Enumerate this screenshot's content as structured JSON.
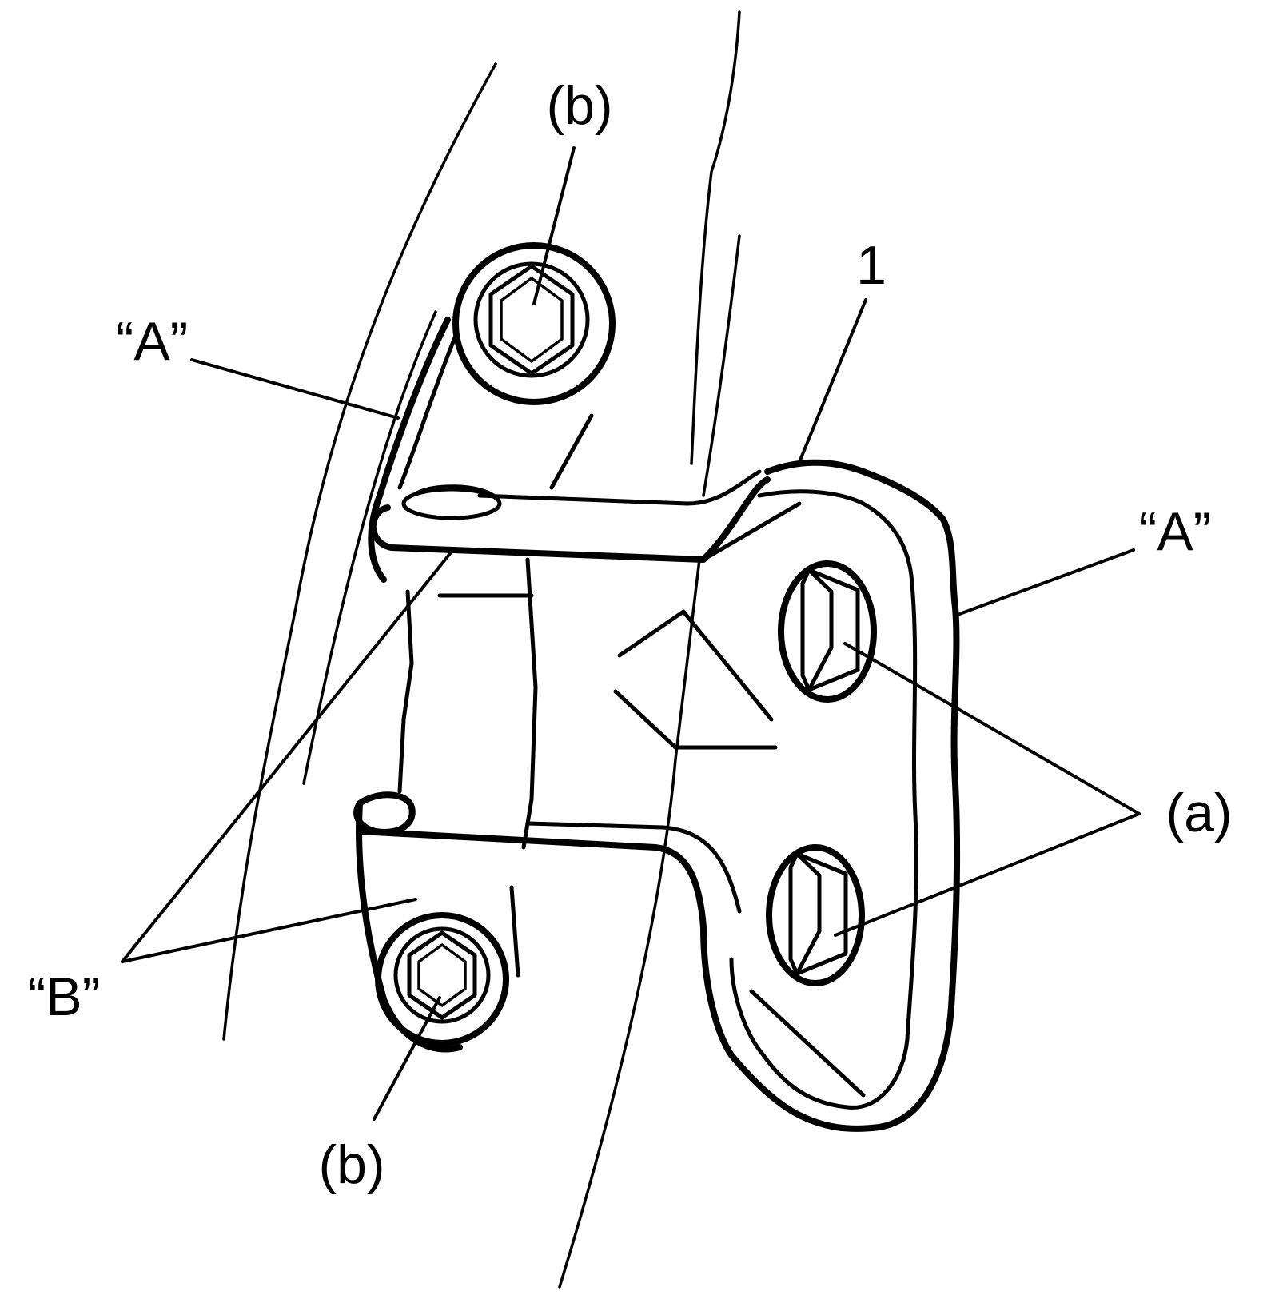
{
  "callouts": {
    "a_upper_left": "“A”",
    "a_right": "“A”",
    "b_lower_left": "“B”",
    "bolt_b_top": "(b)",
    "bolt_b_bottom": "(b)",
    "bolt_a_right": "(a)",
    "part_number": "1"
  },
  "colors": {
    "line": "#000000",
    "background": "#ffffff"
  }
}
